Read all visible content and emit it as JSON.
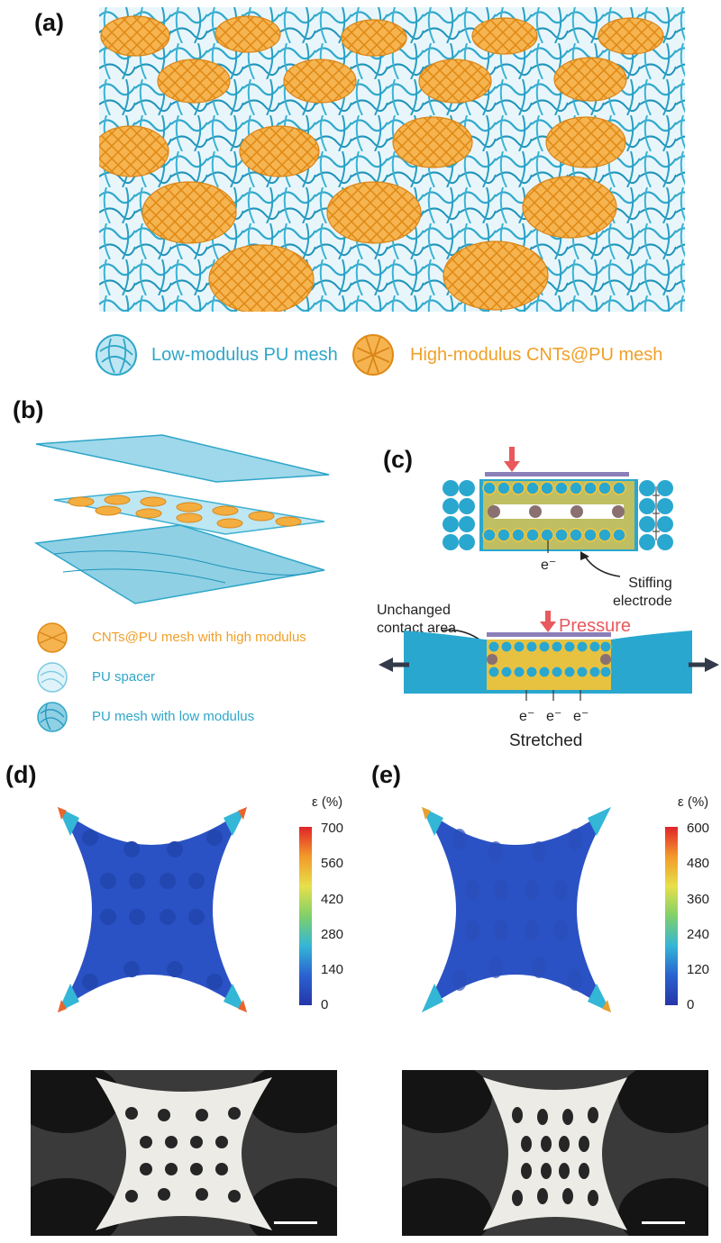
{
  "panels": {
    "a": "(a)",
    "b": "(b)",
    "c": "(c)",
    "d": "(d)",
    "e": "(e)"
  },
  "legend_a": {
    "low": "Low-modulus PU mesh",
    "high": "High-modulus CNTs@PU mesh"
  },
  "legend_b": {
    "cnt": "CNTs@PU mesh with high modulus",
    "spacer": "PU spacer",
    "low": "PU mesh with low modulus"
  },
  "panel_c": {
    "electron_top": "e⁻",
    "stiffing": "Stiffing\nelectrode",
    "unchanged": "Unchanged\ncontact area",
    "pressure": "Pressure",
    "electrons_bottom": [
      "e⁻",
      "e⁻",
      "e⁻"
    ],
    "stretched": "Stretched"
  },
  "colorbar_d": {
    "label": "ε (%)",
    "ticks": [
      "700",
      "560",
      "420",
      "280",
      "140",
      "0"
    ]
  },
  "colorbar_e": {
    "label": "ε (%)",
    "ticks": [
      "600",
      "480",
      "360",
      "240",
      "120",
      "0"
    ]
  },
  "colors": {
    "cyan": "#2ea6c8",
    "orange": "#f0a028",
    "sim_blue": "#2a52c4",
    "pressure_red": "#e8585c"
  }
}
